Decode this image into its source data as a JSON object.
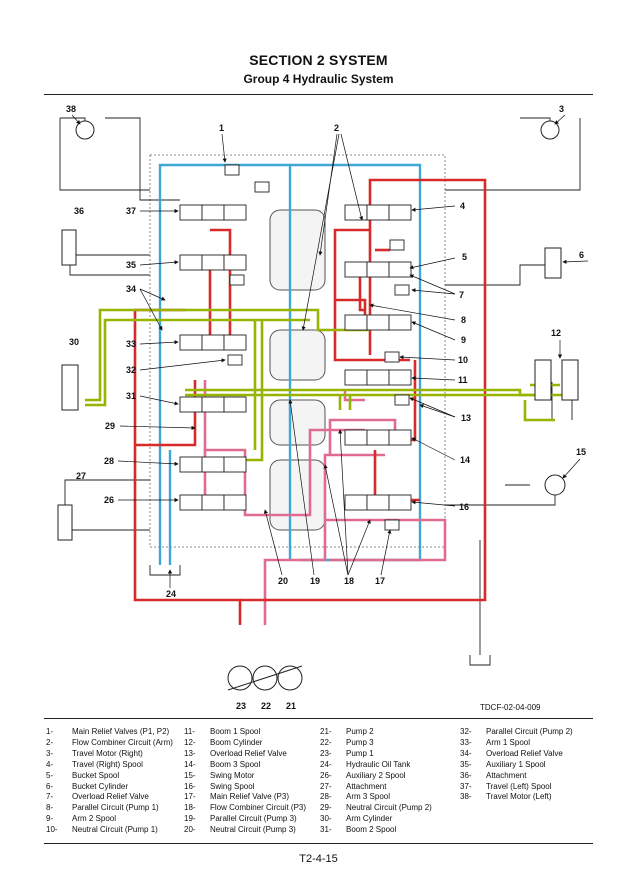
{
  "header": {
    "section": "SECTION 2 SYSTEM",
    "group": "Group 4 Hydraulic System"
  },
  "diagram": {
    "reference": "TDCF-02-04-009",
    "callouts": [
      "1",
      "2",
      "3",
      "4",
      "5",
      "6",
      "7",
      "8",
      "9",
      "10",
      "11",
      "12",
      "13",
      "14",
      "15",
      "16",
      "17",
      "18",
      "19",
      "20",
      "21",
      "22",
      "23",
      "24",
      "26",
      "27",
      "28",
      "29",
      "30",
      "31",
      "32",
      "33",
      "34",
      "35",
      "36",
      "37",
      "38"
    ],
    "colors": {
      "pump1_circuit": "#d82a2a",
      "pump2_circuit": "#d82a2a",
      "pump3_circuit": "#e06b90",
      "parallel_pump2": "#96b400",
      "tank_line": "#3fa7d6",
      "pilot_line": "#222222"
    }
  },
  "legend": {
    "col1": [
      {
        "n": "1-",
        "t": "Main Relief Valves (P1, P2)"
      },
      {
        "n": "2-",
        "t": "Flow Combiner Circuit (Arm)"
      },
      {
        "n": "3-",
        "t": "Travel Motor (Right)"
      },
      {
        "n": "4-",
        "t": "Travel (Right) Spool"
      },
      {
        "n": "5-",
        "t": "Bucket Spool"
      },
      {
        "n": "6-",
        "t": "Bucket Cylinder"
      },
      {
        "n": "7-",
        "t": "Overload Relief Valve"
      },
      {
        "n": "8-",
        "t": "Parallel Circuit (Pump 1)"
      },
      {
        "n": "9-",
        "t": "Arm 2 Spool"
      },
      {
        "n": "10-",
        "t": "Neutral Circuit (Pump 1)"
      }
    ],
    "col2": [
      {
        "n": "11-",
        "t": "Boom 1 Spool"
      },
      {
        "n": "12-",
        "t": "Boom Cylinder"
      },
      {
        "n": "13-",
        "t": "Overload Relief Valve"
      },
      {
        "n": "14-",
        "t": "Boom 3 Spool"
      },
      {
        "n": "15-",
        "t": "Swing Motor"
      },
      {
        "n": "16-",
        "t": "Swing Spool"
      },
      {
        "n": "17-",
        "t": "Main Relief Valve (P3)"
      },
      {
        "n": "18-",
        "t": "Flow Combiner Circuit (P3)"
      },
      {
        "n": "19-",
        "t": "Parallel Circuit (Pump 3)"
      },
      {
        "n": "20-",
        "t": "Neutral Circuit (Pump 3)"
      }
    ],
    "col3": [
      {
        "n": "21-",
        "t": "Pump 2"
      },
      {
        "n": "22-",
        "t": "Pump 3"
      },
      {
        "n": "23-",
        "t": "Pump 1"
      },
      {
        "n": "24-",
        "t": "Hydraulic Oil Tank"
      },
      {
        "n": "26-",
        "t": "Auxiliary 2 Spool"
      },
      {
        "n": "27-",
        "t": "Attachment"
      },
      {
        "n": "28-",
        "t": "Arm 3 Spool"
      },
      {
        "n": "29-",
        "t": "Neutral Circuit (Pump 2)"
      },
      {
        "n": "30-",
        "t": "Arm Cylinder"
      },
      {
        "n": "31-",
        "t": "Boom 2 Spool"
      }
    ],
    "col4": [
      {
        "n": "32-",
        "t": "Parallel Circuit (Pump 2)"
      },
      {
        "n": "33-",
        "t": "Arm 1 Spool"
      },
      {
        "n": "34-",
        "t": "Overload Relief Valve"
      },
      {
        "n": "35-",
        "t": "Auxiliary 1 Spool"
      },
      {
        "n": "36-",
        "t": "Attachment"
      },
      {
        "n": "37-",
        "t": "Travel (Left) Spool"
      },
      {
        "n": "38-",
        "t": "Travel Motor (Left)"
      }
    ]
  },
  "footer": {
    "page": "T2-4-15"
  }
}
